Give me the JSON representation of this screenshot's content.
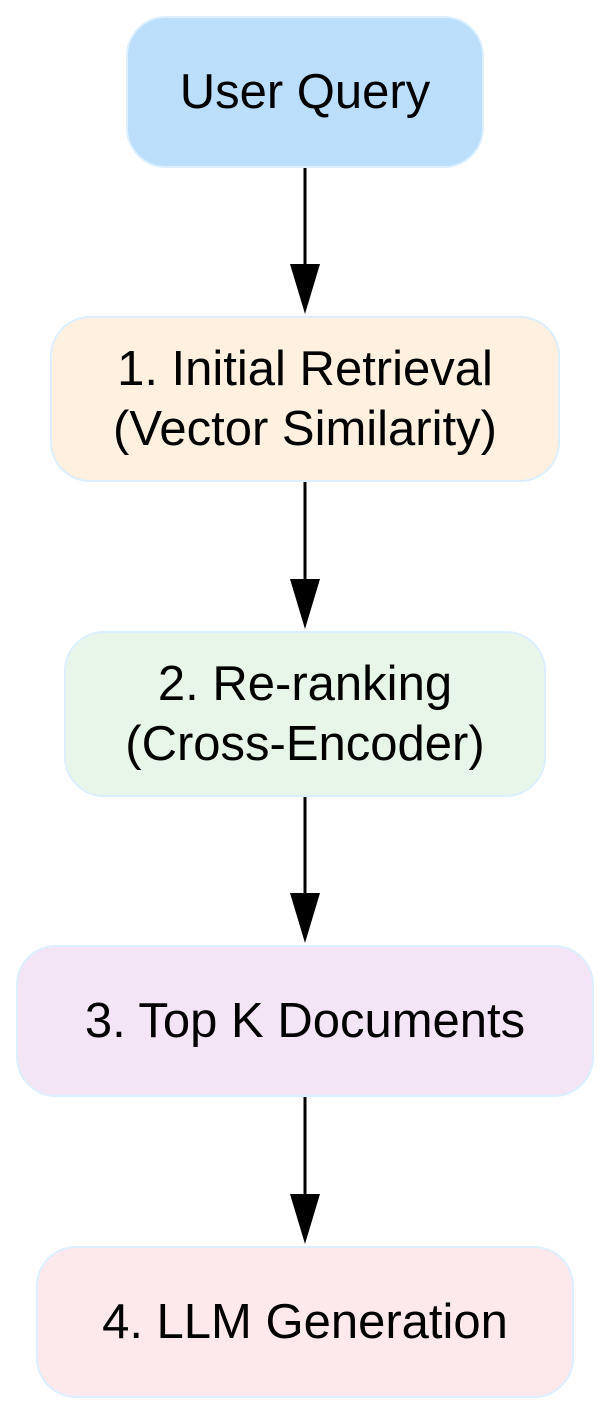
{
  "nodes": [
    {
      "lines": [
        "User Query"
      ],
      "fill": "#bbdefb"
    },
    {
      "lines": [
        "1. Initial Retrieval",
        "(Vector Similarity)"
      ],
      "fill": "#fff0e0"
    },
    {
      "lines": [
        "2. Re-ranking",
        "(Cross-Encoder)"
      ],
      "fill": "#e8f5e9"
    },
    {
      "lines": [
        "3. Top K Documents"
      ],
      "fill": "#f3e5f5"
    },
    {
      "lines": [
        "4. LLM Generation"
      ],
      "fill": "#fde9ec"
    }
  ],
  "edges": [
    {
      "from": 0,
      "to": 1
    },
    {
      "from": 1,
      "to": 2
    },
    {
      "from": 2,
      "to": 3
    },
    {
      "from": 3,
      "to": 4
    }
  ],
  "colors": {
    "edge": "#000000",
    "node_border": "#dcefff",
    "text": "#000000"
  }
}
